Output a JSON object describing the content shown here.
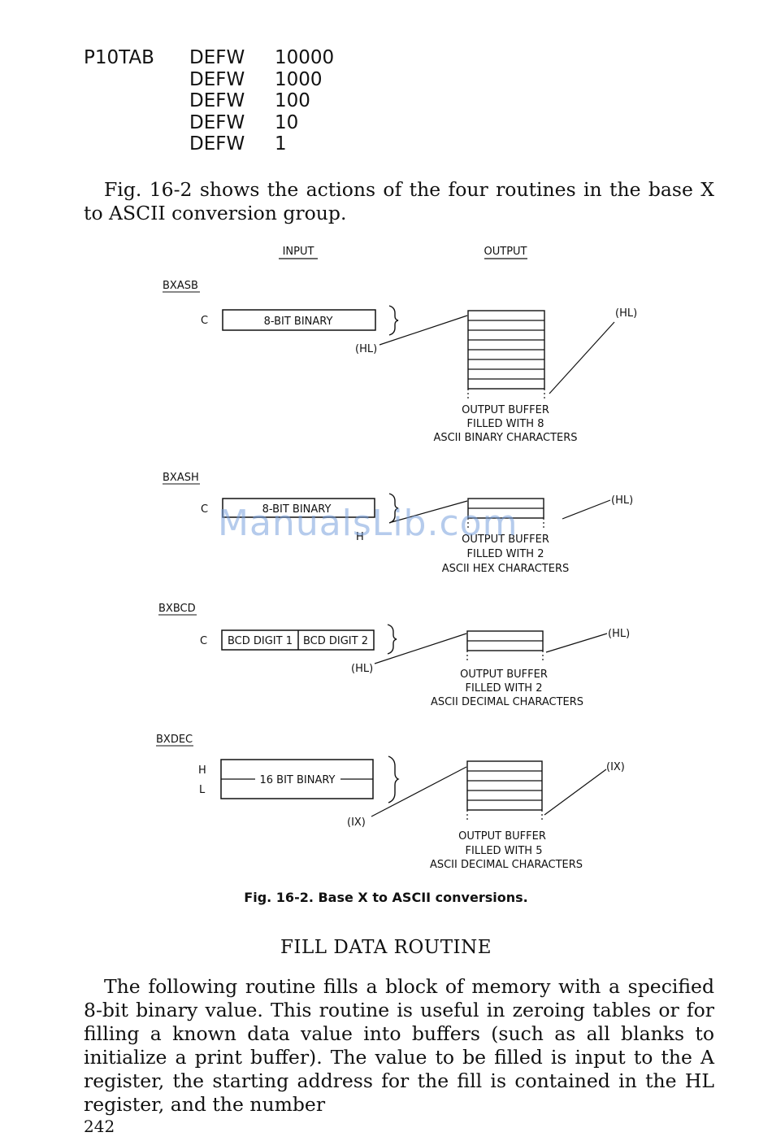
{
  "code_table": {
    "label": "P10TAB",
    "rows": [
      {
        "op": "DEFW",
        "value": "10000"
      },
      {
        "op": "DEFW",
        "value": "1000"
      },
      {
        "op": "DEFW",
        "value": "100"
      },
      {
        "op": "DEFW",
        "value": "10"
      },
      {
        "op": "DEFW",
        "value": "1"
      }
    ]
  },
  "intro_paragraph": "Fig. 16-2 shows the actions of the four routines in the base X to ASCII conversion group.",
  "figure": {
    "input_header": "INPUT",
    "output_header": "OUTPUT",
    "sections": [
      {
        "name": "BXASB",
        "reg": "C",
        "box": "8-BIT BINARY",
        "ptr_in": "(HL)",
        "ptr_out": "(HL)",
        "desc": [
          "OUTPUT BUFFER",
          "FILLED WITH 8",
          "ASCII BINARY CHARACTERS"
        ]
      },
      {
        "name": "BXASH",
        "reg": "C",
        "box": "8-BIT BINARY",
        "ptr_in": "H",
        "ptr_out": "(HL)",
        "desc": [
          "OUTPUT BUFFER",
          "FILLED WITH 2",
          "ASCII HEX CHARACTERS"
        ]
      },
      {
        "name": "BXBCD",
        "reg": "C",
        "box1": "BCD DIGIT 1",
        "box2": "BCD DIGIT 2",
        "ptr_in": "(HL)",
        "ptr_out": "(HL)",
        "desc": [
          "OUTPUT BUFFER",
          "FILLED WITH 2",
          "ASCII DECIMAL CHARACTERS"
        ]
      },
      {
        "name": "BXDEC",
        "reg_h": "H",
        "reg_l": "L",
        "box": "16 BIT BINARY",
        "ptr_in": "(IX)",
        "ptr_out": "(IX)",
        "desc": [
          "OUTPUT BUFFER",
          "FILLED WITH 5",
          "ASCII DECIMAL CHARACTERS"
        ]
      }
    ],
    "caption": "Fig. 16-2. Base X to ASCII conversions."
  },
  "section_heading": "FILL DATA ROUTINE",
  "body_paragraph": "The following routine fills a block of memory with a specified 8-bit binary value. This routine is useful in zeroing tables or for filling a known data value into buffers (such as all blanks to initialize a print buffer). The value to be filled is input to the A register, the starting address for the fill is contained in the HL register, and the number",
  "page_number": "242",
  "watermark": "ManualsLib.com"
}
